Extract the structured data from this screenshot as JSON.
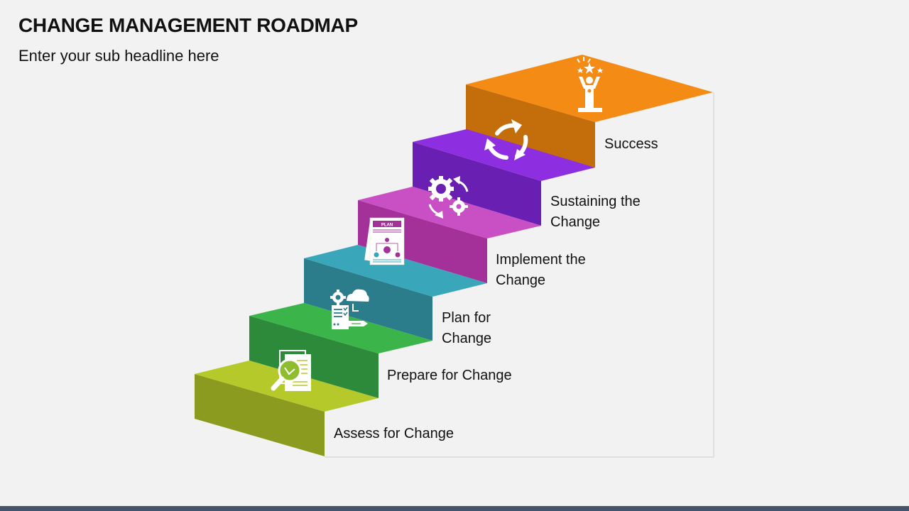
{
  "header": {
    "title": "CHANGE MANAGEMENT ROADMAP",
    "subtitle": "Enter your sub headline here"
  },
  "steps": [
    {
      "label_line1": "Assess for Change",
      "label_line2": "",
      "icon": "magnifier-document-icon",
      "top_color": "#b5c92a",
      "front_color": "#8a9b1f"
    },
    {
      "label_line1": "Prepare for Change",
      "label_line2": "",
      "icon": "plan-settings-icon",
      "top_color": "#3bb54a",
      "front_color": "#2d8a3a"
    },
    {
      "label_line1": "Plan for",
      "label_line2": "Change",
      "icon": "plan-document-icon",
      "top_color": "#3aa6b9",
      "front_color": "#2b7d8c"
    },
    {
      "label_line1": "Implement the",
      "label_line2": "Change",
      "icon": "gears-cycle-icon",
      "top_color": "#c94fc4",
      "front_color": "#a33199"
    },
    {
      "label_line1": "Sustaining the",
      "label_line2": "Change",
      "icon": "recycle-arrows-icon",
      "top_color": "#8d2ee0",
      "front_color": "#6a1fb3"
    },
    {
      "label_line1": "Success",
      "label_line2": "",
      "icon": "winner-podium-icon",
      "top_color": "#f38b14",
      "front_color": "#c46d0b"
    }
  ],
  "colors": {
    "background": "#f2f2f2",
    "wall": "#f2f2f2",
    "wall_line": "#d9d9d9",
    "bottom_bar": "#44546a"
  }
}
